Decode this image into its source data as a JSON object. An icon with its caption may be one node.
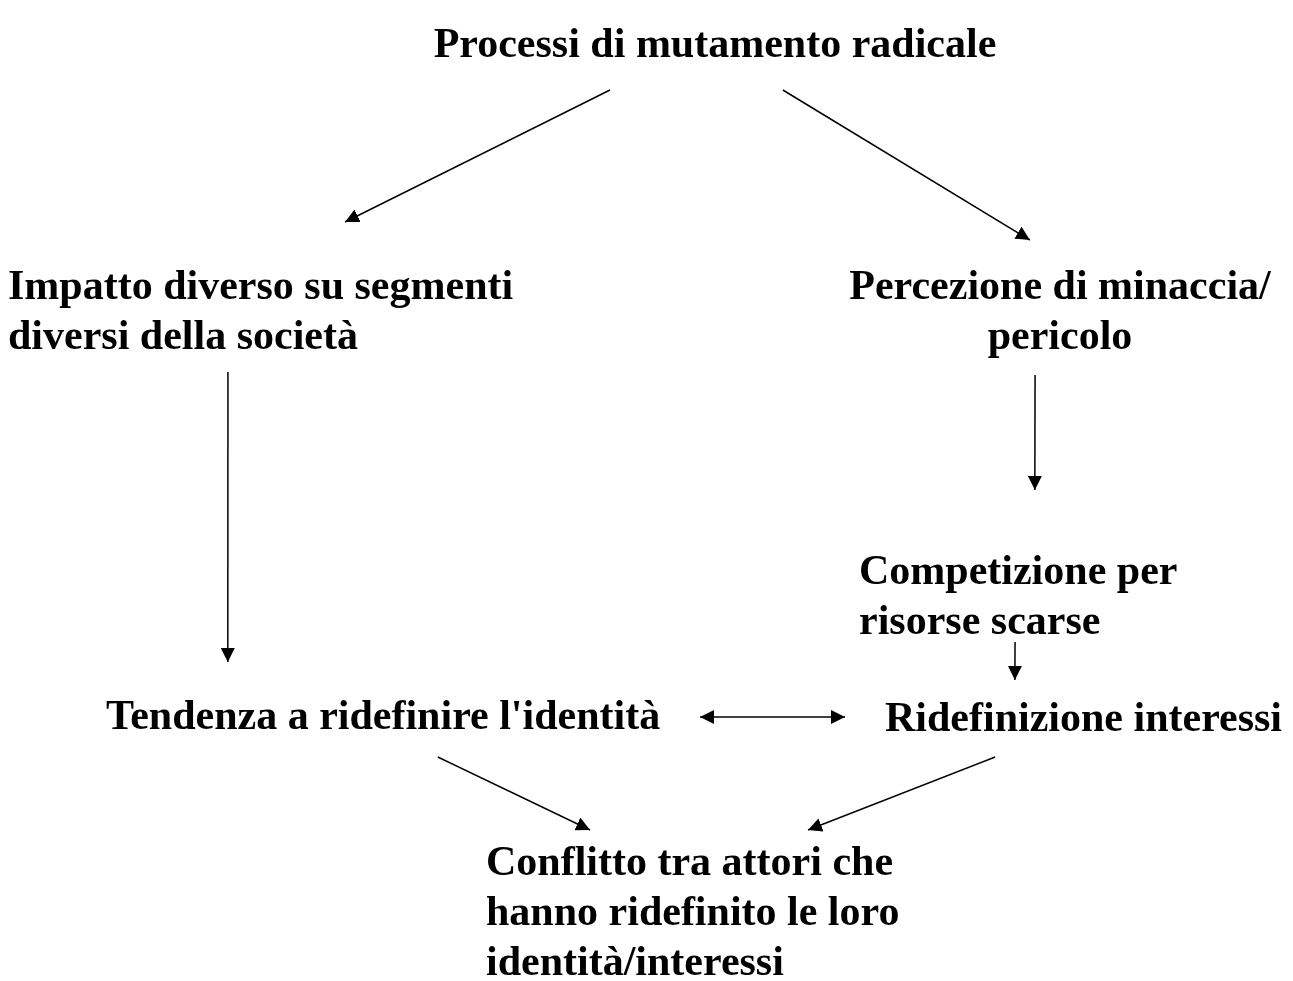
{
  "diagram": {
    "nodes": [
      {
        "text": [
          "Processi di mutamento radicale"
        ]
      },
      {
        "text": [
          "Impatto diverso su segmenti diversi della società"
        ]
      },
      {
        "text": [
          "Percezione di minaccia/ pericolo"
        ]
      },
      {
        "text": [
          "Competizione per risorse scarse"
        ]
      },
      {
        "text": [
          "Tendenza a ridefinire l'identità"
        ]
      },
      {
        "text": [
          "Ridefinizione interessi"
        ]
      },
      {
        "text": [
          "Conflitto tra attori che hanno ridefinito le loro identità/interessi"
        ]
      }
    ],
    "edges": [
      {
        "from": 0,
        "to": 1,
        "arrow": "to"
      },
      {
        "from": 0,
        "to": 2,
        "arrow": "to"
      },
      {
        "from": 1,
        "to": 4,
        "arrow": "to"
      },
      {
        "from": 2,
        "to": 3,
        "arrow": "to"
      },
      {
        "from": 3,
        "to": 5,
        "arrow": "to"
      },
      {
        "from": 4,
        "to": 5,
        "arrow": "both"
      },
      {
        "from": 4,
        "to": 6,
        "arrow": "to"
      },
      {
        "from": 5,
        "to": 6,
        "arrow": "to"
      }
    ]
  }
}
